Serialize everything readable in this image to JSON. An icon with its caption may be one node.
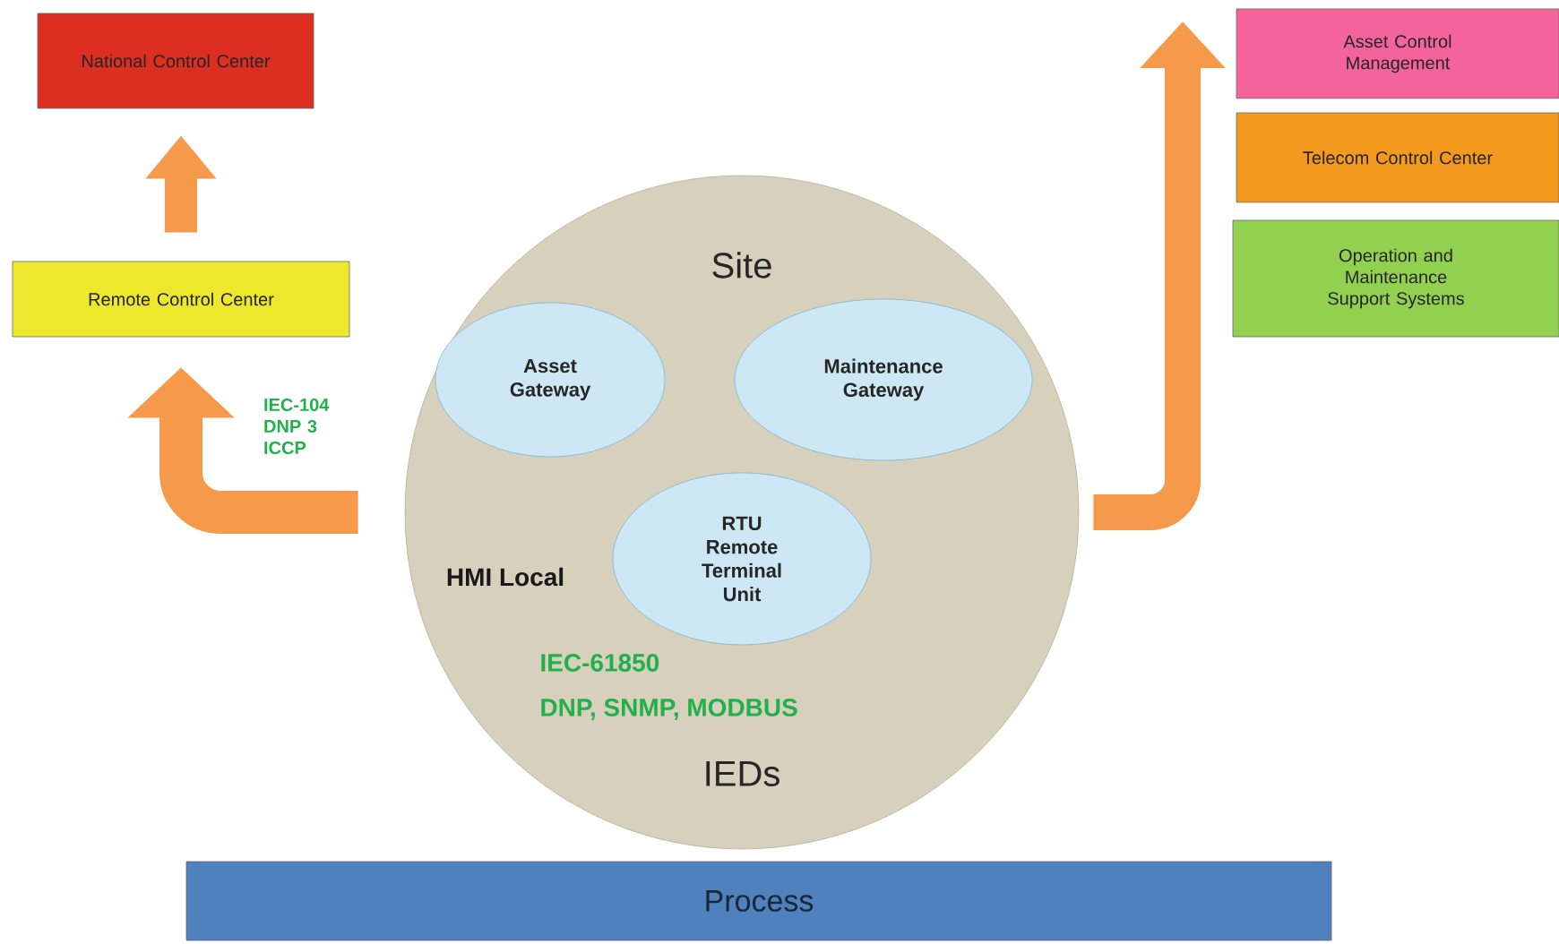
{
  "diagram": {
    "nodes": [
      {
        "text": [
          "National Control Center"
        ]
      },
      {
        "text": [
          "Remote Control Center"
        ]
      },
      {
        "text": [
          "Site",
          "HMI Local",
          "IEC-61850",
          "DNP, SNMP, MODBUS",
          "IEDs"
        ]
      },
      {
        "text": [
          "Asset Gateway"
        ],
        "in": 2
      },
      {
        "text": [
          "Maintenance Gateway"
        ],
        "in": 2
      },
      {
        "text": [
          "RTU Remote Terminal Unit"
        ],
        "in": 2
      },
      {
        "text": [
          "Asset Control Management"
        ]
      },
      {
        "text": [
          "Telecom Control Center"
        ]
      },
      {
        "text": [
          "Operation and Maintenance Support Systems"
        ]
      },
      {
        "text": [
          "Process"
        ]
      }
    ],
    "edges": [
      {
        "from": 1,
        "to": 0,
        "arrow": "to"
      },
      {
        "from": 2,
        "to": 1,
        "arrow": "to",
        "label": "IEC-104 DNP 3 ICCP"
      },
      {
        "from": 2,
        "to": null,
        "arrow": "to"
      }
    ]
  }
}
